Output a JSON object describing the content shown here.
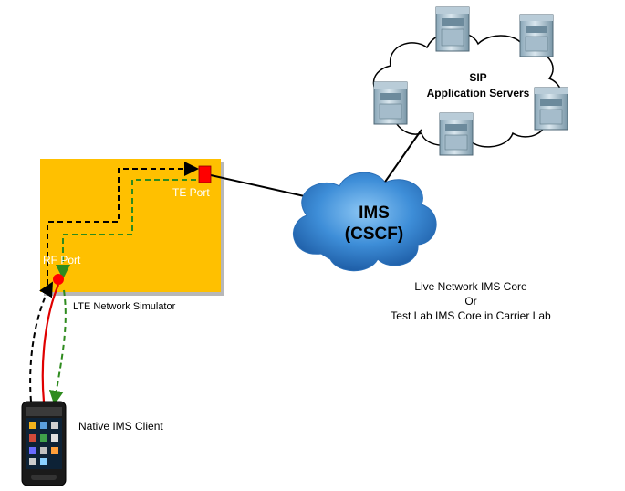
{
  "simulator": {
    "te_port": "TE  Port",
    "rf_port": "RF  Port",
    "caption": "LTE Network Simulator"
  },
  "ims": {
    "line1": "IMS",
    "line2": "(CSCF)",
    "desc1": "Live Network IMS Core",
    "desc2": "Or",
    "desc3": "Test Lab IMS Core in Carrier Lab"
  },
  "sip": {
    "line1": "SIP",
    "line2": "Application Servers"
  },
  "client": {
    "label": "Native IMS Client"
  },
  "colors": {
    "simulator_fill": "#FFC000",
    "te_port": "#FF0000",
    "rf_port": "#FF0000",
    "ims_cloud": "#3E8ED8",
    "red_link": "#E00000",
    "green_link": "#2E8B1E",
    "black_link": "#000000"
  }
}
